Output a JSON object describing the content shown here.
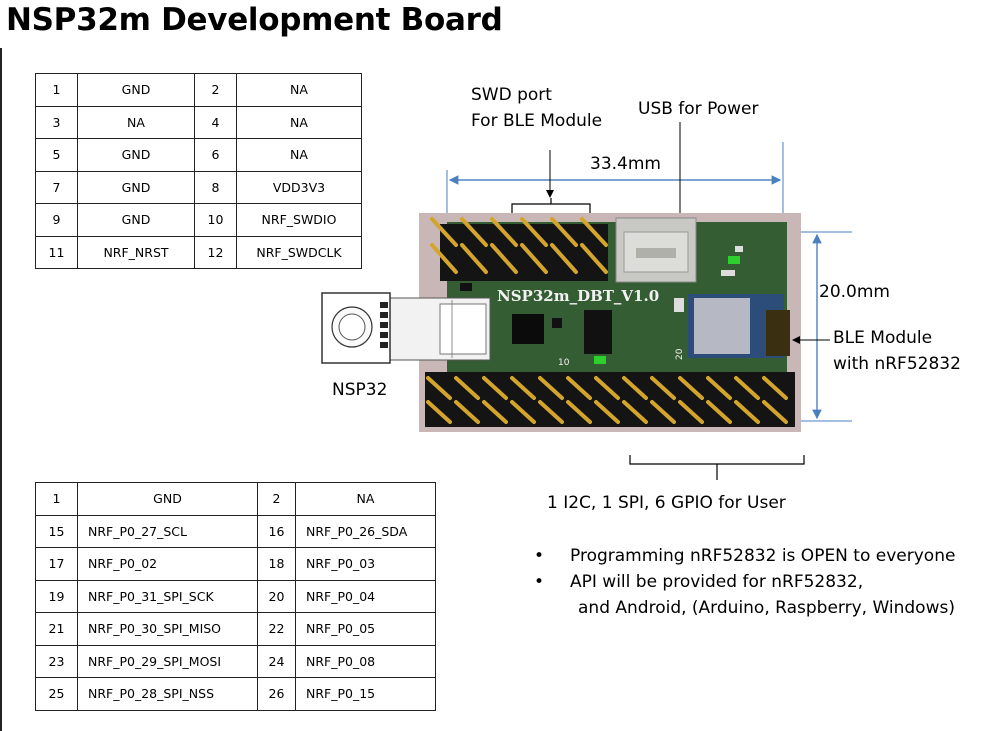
{
  "title": "NSP32m Development Board",
  "table_top": {
    "rows": [
      [
        "1",
        "GND",
        "2",
        "NA"
      ],
      [
        "3",
        "NA",
        "4",
        "NA"
      ],
      [
        "5",
        "GND",
        "6",
        "NA"
      ],
      [
        "7",
        "GND",
        "8",
        "VDD3V3"
      ],
      [
        "9",
        "GND",
        "10",
        "NRF_SWDIO"
      ],
      [
        "11",
        "NRF_NRST",
        "12",
        "NRF_SWDCLK"
      ]
    ]
  },
  "table_bottom": {
    "rows": [
      [
        "1",
        "GND",
        "2",
        "NA"
      ],
      [
        "15",
        "NRF_P0_27_SCL",
        "16",
        "NRF_P0_26_SDA"
      ],
      [
        "17",
        "NRF_P0_02",
        "18",
        "NRF_P0_03"
      ],
      [
        "19",
        "NRF_P0_31_SPI_SCK",
        "20",
        "NRF_P0_04"
      ],
      [
        "21",
        "NRF_P0_30_SPI_MISO",
        "22",
        "NRF_P0_05"
      ],
      [
        "23",
        "NRF_P0_29_SPI_MOSI",
        "24",
        "NRF_P0_08"
      ],
      [
        "25",
        "NRF_P0_28_SPI_NSS",
        "26",
        "NRF_P0_15"
      ]
    ]
  },
  "labels": {
    "swd_line1": "SWD port",
    "swd_line2": "For BLE Module",
    "usb": "USB for Power",
    "width_dim": "33.4mm",
    "height_dim": "20.0mm",
    "ble_line1": "BLE Module",
    "ble_line2": "with nRF52832",
    "nsp32": "NSP32",
    "io": "1 I2C, 1 SPI, 6 GPIO for User",
    "board_silk": "NSP32m_DBT_V1.0",
    "pin10": "10",
    "pin20": "20"
  },
  "bullets": {
    "b1": "Programming nRF52832 is OPEN to everyone",
    "b2": "API will be provided for nRF52832,",
    "b2_cont": "and Android, (Arduino, Raspberry, Windows)",
    "dot": "•"
  },
  "colors": {
    "pcb": "#355d34",
    "pcb_outline": "#c9b7b7",
    "header": "#141414",
    "pin": "#d4a52c",
    "dim_line": "#4a7fc0"
  }
}
